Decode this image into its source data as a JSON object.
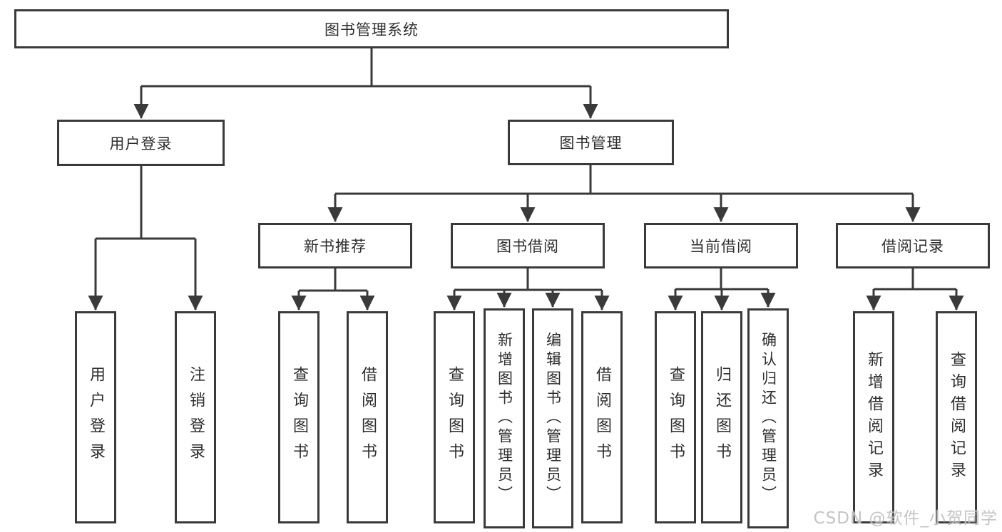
{
  "colors": {
    "line": "#3a3a3a",
    "node_border": "#3a3a3a",
    "text": "#2e2e2e",
    "background": "#ffffff",
    "watermark": "#bfbfbf"
  },
  "nodes": {
    "root": {
      "label": "图书管理系统"
    },
    "user_login": {
      "label": "用户登录",
      "children": [
        {
          "label": "用户登录"
        },
        {
          "label": "注销登录"
        }
      ]
    },
    "book_mgmt": {
      "label": "图书管理"
    },
    "new_books": {
      "label": "新书推荐",
      "children": [
        {
          "label": "查询图书"
        },
        {
          "label": "借阅图书"
        }
      ]
    },
    "book_borrow": {
      "label": "图书借阅",
      "children": [
        {
          "label": "查询图书"
        },
        {
          "label": "新增图书（管理员）"
        },
        {
          "label": "编辑图书（管理员）"
        },
        {
          "label": "借阅图书"
        }
      ]
    },
    "current_borrow": {
      "label": "当前借阅",
      "children": [
        {
          "label": "查询图书"
        },
        {
          "label": "归还图书"
        },
        {
          "label": "确认归还（管理员）"
        }
      ]
    },
    "borrow_records": {
      "label": "借阅记录",
      "children": [
        {
          "label": "新增借阅记录"
        },
        {
          "label": "查询借阅记录"
        }
      ]
    }
  },
  "watermark": {
    "text": "CSDN @软件_小贺同学"
  }
}
